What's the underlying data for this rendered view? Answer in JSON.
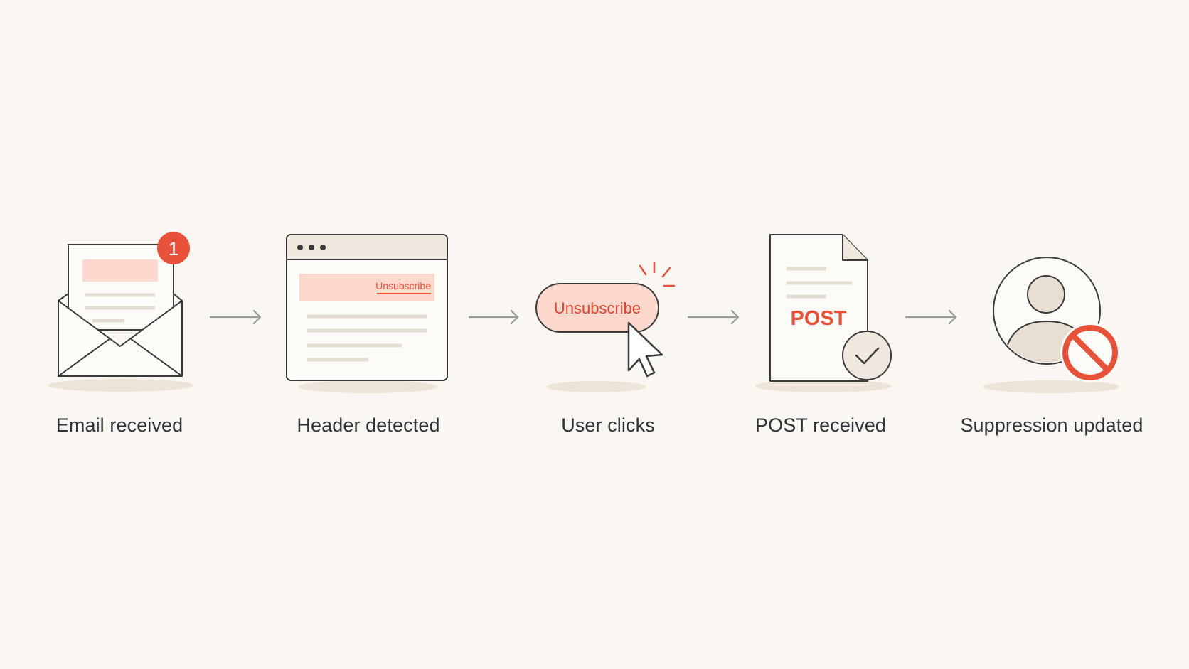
{
  "steps": [
    {
      "label": "Email received",
      "badge": "1"
    },
    {
      "label": "Header detected",
      "link": "Unsubscribe"
    },
    {
      "label": "User clicks",
      "button": "Unsubscribe"
    },
    {
      "label": "POST received",
      "doc_text": "POST"
    },
    {
      "label": "Suppression updated"
    }
  ],
  "colors": {
    "background": "#faf7f2",
    "accent": "#e8513a",
    "accent_soft": "#fcd9cc",
    "ink": "#3a3a3a",
    "label": "#2f3338",
    "arrow": "#9a9a9a"
  },
  "icons": [
    "envelope-icon",
    "browser-window-icon",
    "cursor-icon",
    "document-icon",
    "checkmark-icon",
    "user-icon",
    "prohibited-icon"
  ]
}
